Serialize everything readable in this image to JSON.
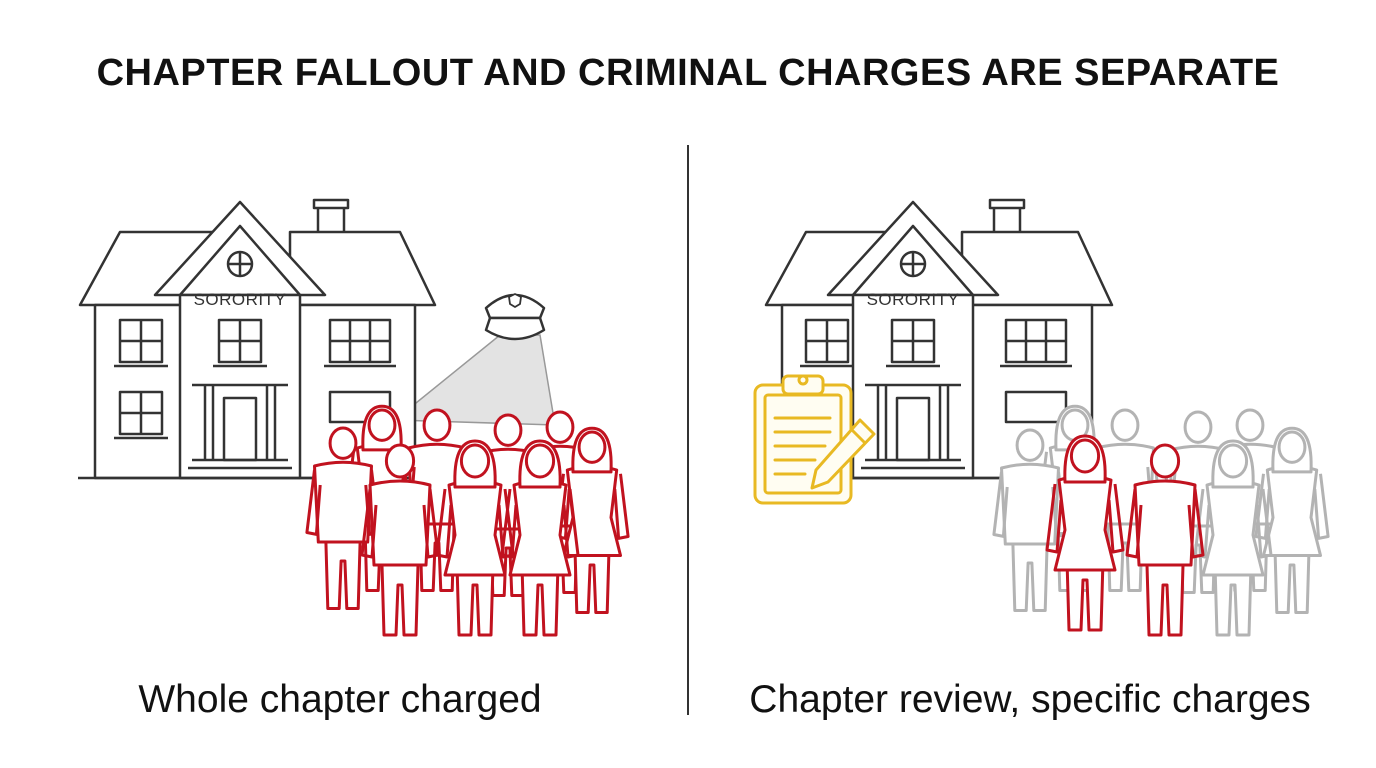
{
  "title": "CHAPTER FALLOUT AND CRIMINAL CHARGES ARE SEPARATE",
  "left_panel": {
    "house_sign": "SORORITY",
    "caption": "Whole chapter charged",
    "icons": [
      "house-icon",
      "police-cap-icon",
      "spotlight-beam",
      "people-group-icon"
    ]
  },
  "right_panel": {
    "house_sign": "SORORITY",
    "caption": "Chapter review, specific charges",
    "icons": [
      "house-icon",
      "clipboard-pencil-icon",
      "people-group-icon"
    ]
  },
  "colors": {
    "line": "#333333",
    "charged": "#c1121f",
    "uncharged": "#b3b3b3",
    "clipboard": "#e8b923",
    "beam": "#e3e3e3"
  }
}
